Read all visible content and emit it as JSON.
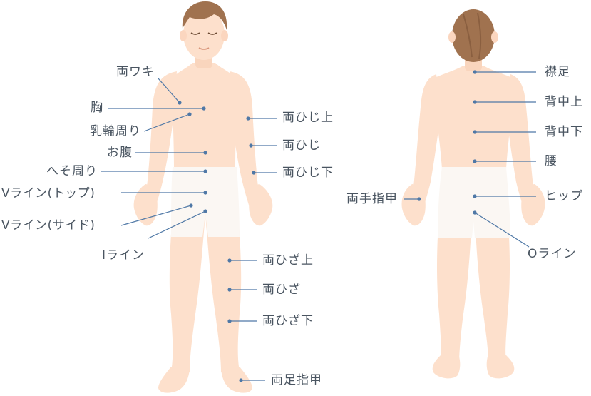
{
  "front_labels": {
    "armpits": "両ワキ",
    "chest": "胸",
    "areola": "乳輪周り",
    "belly": "お腹",
    "navel": "へそ周り",
    "v_top": "Vライン(トップ)",
    "v_side": "Vライン(サイド)",
    "i_line": "Iライン",
    "upper_elbow": "両ひじ上",
    "elbow": "両ひじ",
    "lower_elbow": "両ひじ下",
    "upper_knee": "両ひざ上",
    "knee": "両ひざ",
    "lower_knee": "両ひざ下",
    "toes": "両足指甲"
  },
  "back_labels": {
    "nape": "襟足",
    "upper_back": "背中上",
    "lower_back": "背中下",
    "waist": "腰",
    "hips": "ヒップ",
    "o_line": "Oライン",
    "hands": "両手指甲"
  },
  "colors": {
    "skin": "#fde0cc",
    "skin_shade": "#f7cdb2",
    "hair": "#a0724f",
    "underwear": "#fbf7f3",
    "leader_line": "#4f78a6",
    "text": "#4a5561"
  }
}
